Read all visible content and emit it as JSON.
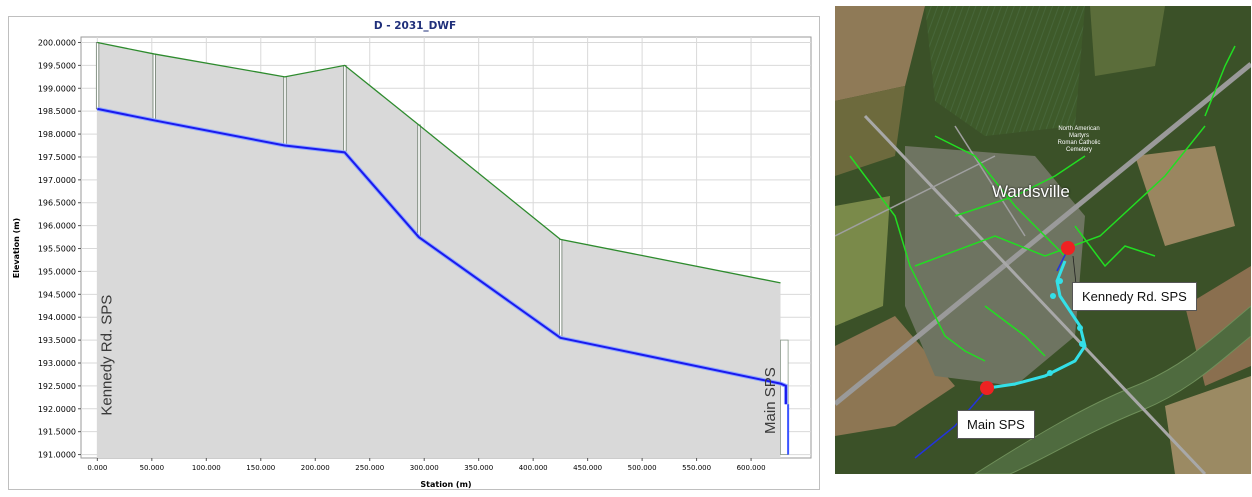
{
  "chart_data": {
    "type": "area",
    "title": "D - 2031_DWF",
    "xlabel": "Station (m)",
    "ylabel": "Elevation (m)",
    "xlim": [
      -15,
      655
    ],
    "ylim": [
      190.925,
      200.12
    ],
    "x_ticks": [
      0,
      50,
      100,
      150,
      200,
      250,
      300,
      350,
      400,
      450,
      500,
      550,
      600
    ],
    "x_tick_labels": [
      "0.000",
      "50.000",
      "100.000",
      "150.000",
      "200.000",
      "250.000",
      "300.000",
      "350.000",
      "400.000",
      "450.000",
      "500.000",
      "550.000",
      "600.000"
    ],
    "y_ticks": [
      191.0,
      191.5,
      192.0,
      192.5,
      193.0,
      193.5,
      194.0,
      194.5,
      195.0,
      195.5,
      196.0,
      196.5,
      197.0,
      197.5,
      198.0,
      198.5,
      199.0,
      199.5,
      200.0
    ],
    "y_tick_labels": [
      "191.0000",
      "191.5000",
      "192.0000",
      "192.5000",
      "193.0000",
      "193.5000",
      "194.0000",
      "194.5000",
      "195.0000",
      "195.5000",
      "196.0000",
      "196.5000",
      "197.0000",
      "197.5000",
      "198.0000",
      "198.5000",
      "199.0000",
      "199.5000",
      "200.0000"
    ],
    "grid": true,
    "series": [
      {
        "role": "ground",
        "color": "#2e8b2e",
        "x": [
          0,
          52,
          172,
          227,
          295,
          425,
          627
        ],
        "y": [
          200.0,
          199.75,
          199.25,
          199.5,
          198.2,
          195.7,
          194.75
        ]
      },
      {
        "role": "invert",
        "color": "#1a1aee",
        "x": [
          0,
          52,
          172,
          227,
          295,
          425,
          627,
          632,
          632
        ],
        "y": [
          198.55,
          198.3,
          197.75,
          197.6,
          195.75,
          193.55,
          192.55,
          192.5,
          192.1
        ]
      }
    ],
    "manholes": [
      0,
      52,
      172,
      227,
      295,
      425
    ],
    "wetwell": {
      "x": [
        627,
        634
      ],
      "top": 193.5,
      "bottom": 191.0
    },
    "annotations": [
      {
        "text": "Kennedy Rd. SPS",
        "x": 2,
        "y_bottom": 191.85
      },
      {
        "text": "Main SPS",
        "x": 611,
        "y_bottom": 191.45
      }
    ]
  },
  "map": {
    "town_label": "Wardsville",
    "cemetery_label": [
      "North American",
      "Martyrs",
      "Roman Catholic",
      "Cemetery"
    ],
    "callouts": [
      {
        "text": "Kennedy Rd. SPS"
      },
      {
        "text": "Main SPS"
      }
    ],
    "colors": {
      "sewer": "#22dd22",
      "forcemain": "#33e0e8",
      "pump_station": "#ee2222",
      "river": "#4f6b3f"
    }
  }
}
